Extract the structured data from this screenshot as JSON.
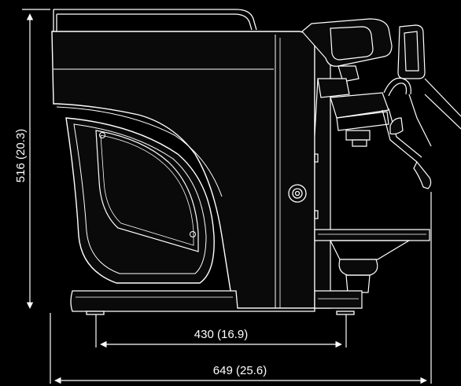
{
  "dimensions": {
    "height": "516 (20.3)",
    "feet_span": "430 (16.9)",
    "overall_depth": "649 (25.6)"
  },
  "colors": {
    "background": "#000000",
    "line": "#ffffff",
    "machine_fill": "#0a0a0a"
  }
}
